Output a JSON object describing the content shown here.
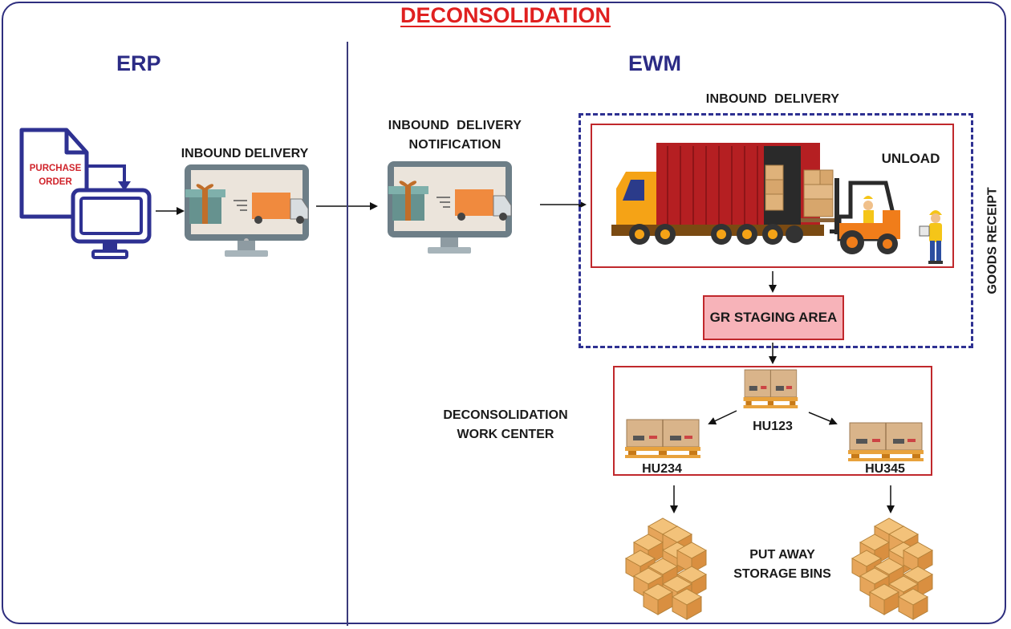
{
  "title": "DECONSOLIDATION",
  "sections": {
    "erp": "ERP",
    "ewm": "EWM"
  },
  "labels": {
    "purchase_order": "PURCHASE ORDER",
    "purchase_order_line1": "PURCHASE",
    "purchase_order_line2": "ORDER",
    "inbound_delivery_erp": "INBOUND DELIVERY",
    "notification_line1": "INBOUND  DELIVERY",
    "notification_line2": "NOTIFICATION",
    "inbound_delivery_ewm": "INBOUND  DELIVERY",
    "unload": "UNLOAD",
    "goods_receipt": "GOODS RECEIPT",
    "gr_staging_area": "GR STAGING AREA",
    "work_center_line1": "DECONSOLIDATION",
    "work_center_line2": "WORK CENTER",
    "hu_1": "HU123",
    "hu_2": "HU234",
    "hu_3": "HU345",
    "put_away_line1": "PUT AWAY",
    "put_away_line2": "STORAGE BINS"
  },
  "colors": {
    "title": "#e02020",
    "section": "#2b2b85",
    "frame": "#2e2e7e",
    "box_border": "#c0282c",
    "staging_fill": "#f7b3b9",
    "dashed_border": "#2e3192"
  },
  "icons": [
    "document-icon",
    "computer-icon",
    "monitor-delivery-icon",
    "truck-icon",
    "forklift-icon",
    "worker-icon",
    "pallet-icon",
    "box-stack-icon"
  ]
}
